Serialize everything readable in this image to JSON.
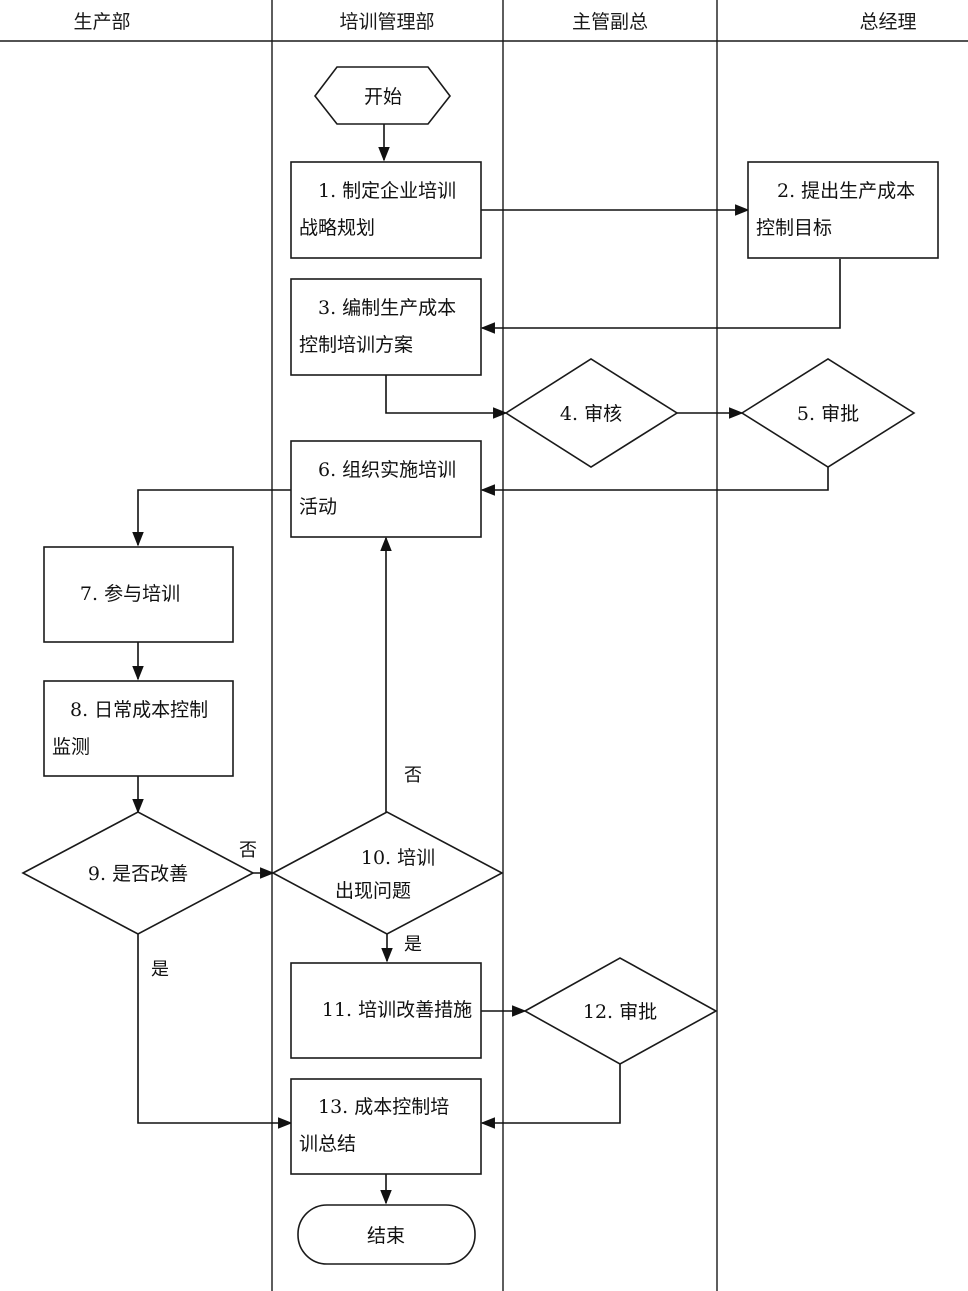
{
  "lanes": [
    "生产部",
    "培训管理部",
    "主管副总",
    "总经理"
  ],
  "nodes": {
    "start": "开始",
    "n1": [
      "1. 制定企业培训",
      "战略规划"
    ],
    "n2": [
      "2. 提出生产成本",
      "控制目标"
    ],
    "n3": [
      "3. 编制生产成本",
      "控制培训方案"
    ],
    "n4": "4. 审核",
    "n5": "5. 审批",
    "n6": [
      "6. 组织实施培训",
      "活动"
    ],
    "n7": "7. 参与培训",
    "n8": [
      "8. 日常成本控制",
      "监测"
    ],
    "n9": "9. 是否改善",
    "n10": [
      "10. 培训",
      "出现问题"
    ],
    "n11": "11. 培训改善措施",
    "n12": "12. 审批",
    "n13": [
      "13. 成本控制培",
      "训总结"
    ],
    "end": "结束"
  },
  "edge_labels": {
    "n9_no": "否",
    "n9_yes": "是",
    "n10_no": "否",
    "n10_yes": "是"
  },
  "colors": {
    "line": "#111111",
    "background": "#ffffff"
  }
}
